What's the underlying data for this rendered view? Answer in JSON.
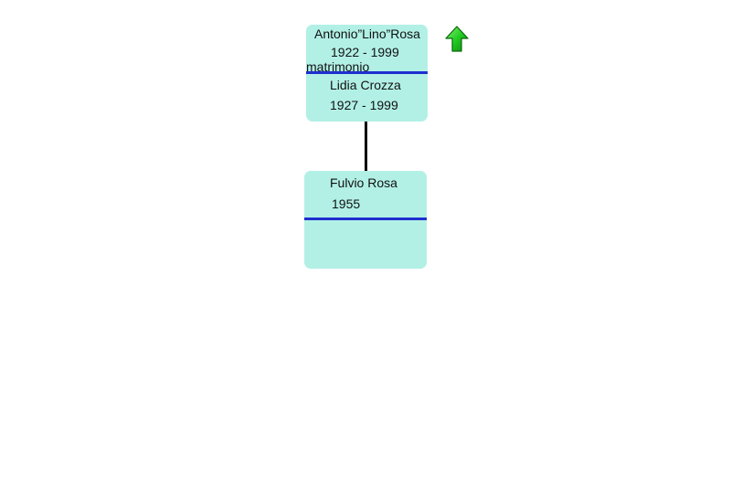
{
  "couple": {
    "person1_name": "Antonio”Lino”Rosa",
    "person1_dates": "1922 - 1999",
    "relation_label": "matrimonio",
    "person2_name": "Lidia Crozza",
    "person2_dates": "1927 - 1999"
  },
  "child": {
    "name": "Fulvio Rosa",
    "dates": "1955"
  },
  "icons": {
    "navigate_up": "up-arrow-icon"
  },
  "colors": {
    "card_background": "#b2f0e6",
    "divider": "#1f2fd0",
    "connector": "#000000",
    "arrow_fill": "#22cc22"
  }
}
